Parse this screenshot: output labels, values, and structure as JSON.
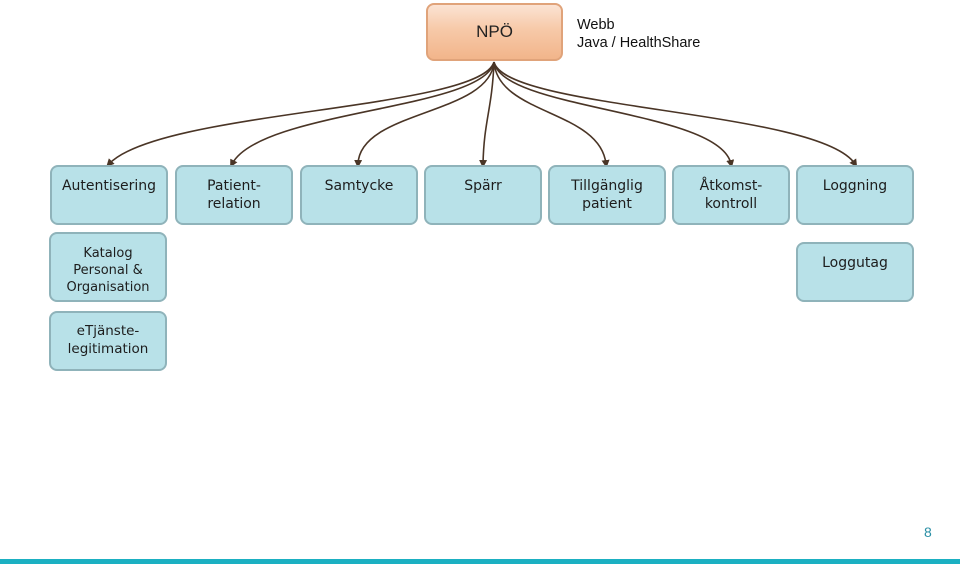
{
  "root": {
    "label": "NPÖ",
    "notes": [
      "Webb",
      "Java / HealthShare"
    ]
  },
  "children": [
    {
      "lines": [
        "Autentisering"
      ]
    },
    {
      "lines": [
        "Patient-",
        "relation"
      ]
    },
    {
      "lines": [
        "Samtycke"
      ]
    },
    {
      "lines": [
        "Spärr"
      ]
    },
    {
      "lines": [
        "Tillgänglig",
        "patient"
      ]
    },
    {
      "lines": [
        "Åtkomst-",
        "kontroll"
      ]
    },
    {
      "lines": [
        "Loggning"
      ]
    }
  ],
  "sub_boxes": [
    {
      "lines": [
        "Katalog",
        "Personal &",
        "Organisation"
      ]
    },
    {
      "lines": [
        "eTjänste-",
        "legitimation"
      ]
    },
    {
      "lines": [
        "Loggutag"
      ]
    }
  ],
  "colors": {
    "root_fill": "#f7c9a8",
    "root_border": "#e0a37a",
    "node_fill": "#b8e1e8",
    "node_border": "#8fb3ba",
    "connector": "#4a3526",
    "accent_bar": "#1bb0c2"
  },
  "page_number": "8"
}
